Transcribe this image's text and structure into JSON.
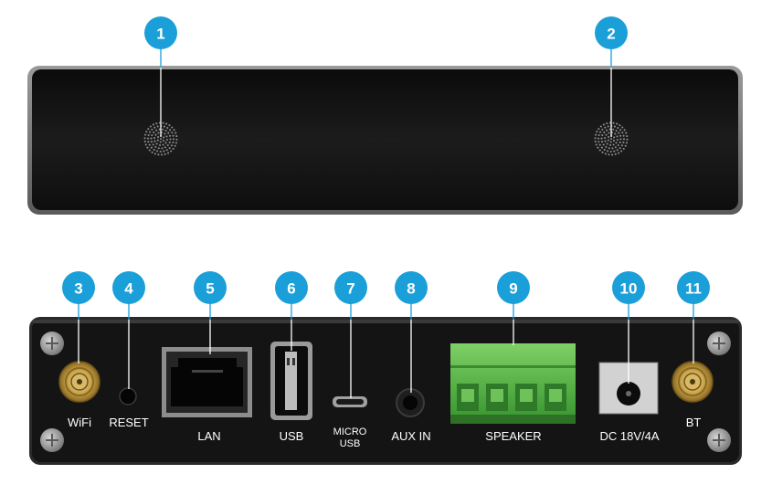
{
  "callouts": [
    {
      "number": "1"
    },
    {
      "number": "2"
    },
    {
      "number": "3"
    },
    {
      "number": "4"
    },
    {
      "number": "5"
    },
    {
      "number": "6"
    },
    {
      "number": "7"
    },
    {
      "number": "8"
    },
    {
      "number": "9"
    },
    {
      "number": "10"
    },
    {
      "number": "11"
    }
  ],
  "ports": {
    "wifi": "WiFi",
    "reset": "RESET",
    "lan": "LAN",
    "usb": "USB",
    "micro_usb_line1": "MICRO",
    "micro_usb_line2": "USB",
    "aux_in": "AUX IN",
    "speaker": "SPEAKER",
    "dc": "DC 18V/4A",
    "bt": "BT"
  },
  "colors": {
    "callout": "#1a9fd8",
    "panel": "#141414",
    "terminal_block": "#59b845",
    "antenna_gold": "#c8a04a"
  }
}
